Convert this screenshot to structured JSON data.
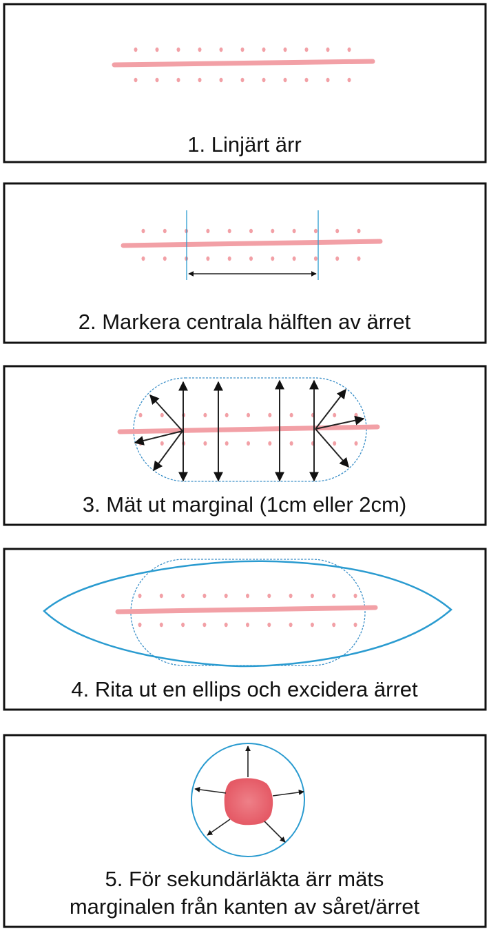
{
  "steps": [
    {
      "label": "1. Linjärt ärr"
    },
    {
      "label": "2. Markera centrala hälften av ärret"
    },
    {
      "label": "3. Mät ut marginal (1cm eller 2cm)"
    },
    {
      "label": "4. Rita ut en ellips och excidera ärret"
    },
    {
      "label_line1": "5. För sekundärläkta ärr mäts",
      "label_line2": "marginalen från kanten av såret/ärret"
    }
  ],
  "colors": {
    "scar": "#f2a0a6",
    "wound": "#e8606a",
    "outline": "#2a9bd0",
    "arrow": "#222222"
  }
}
